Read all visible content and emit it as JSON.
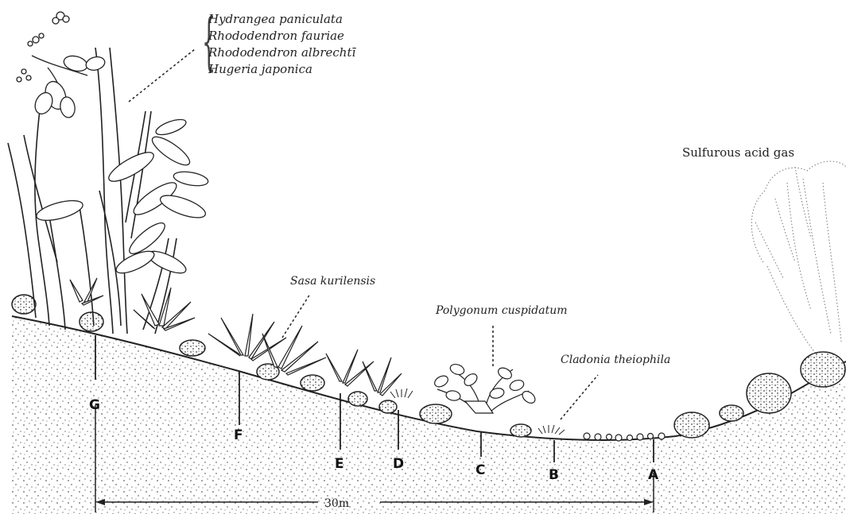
{
  "species_list": [
    "Hydrangea paniculata",
    "Rhododendron fauriae",
    "Rhododendron albrechtī",
    "Hugeria japonica"
  ],
  "labels": {
    "sasa": "Sasa kurilensis",
    "polygonum": "Polygonum cuspidatum",
    "cladonia": "Cladonia theiophila",
    "gas": "Sulfurous acid gas"
  },
  "points": [
    "G",
    "F",
    "E",
    "D",
    "C",
    "B",
    "A"
  ],
  "scale_label": "30m",
  "colors": {
    "ink": "#222222",
    "background": "#ffffff"
  }
}
